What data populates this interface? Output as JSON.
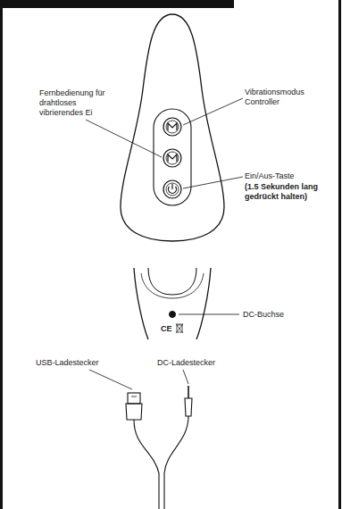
{
  "diagram": {
    "labels": [
      "Fernbedienung für drahtloses vibrierendes Ei",
      "Vibrationsmodus Controller",
      "Ein/Aus-Taste",
      "(1.5 Sekunden lang gedrückt halten)",
      "DC-Buchse",
      "CE",
      "USB-Ladestecker",
      "DC-Ladestecker"
    ]
  }
}
